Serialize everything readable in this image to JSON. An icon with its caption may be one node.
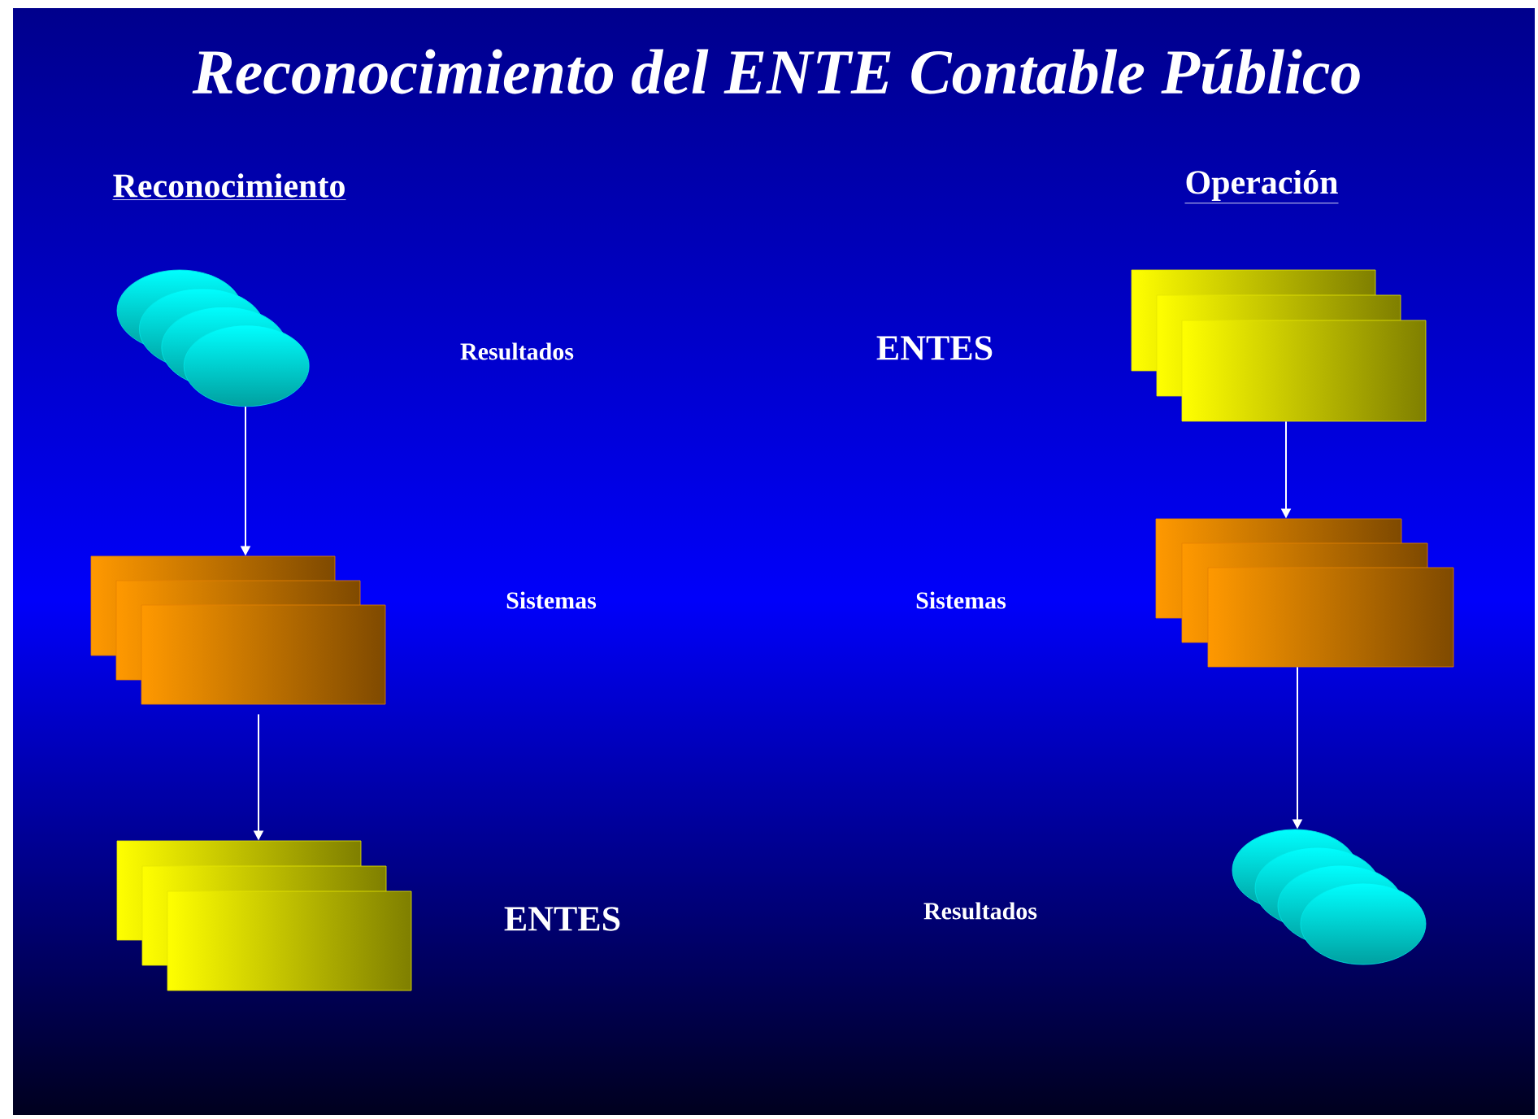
{
  "diagram": {
    "title": "Reconocimiento del ENTE Contable Público",
    "nodes": [
      {
        "text": [],
        "shape": "ellipse"
      },
      {
        "text": [],
        "shape": "box"
      },
      {
        "text": [],
        "shape": "box"
      },
      {
        "text": [],
        "shape": "box"
      },
      {
        "text": [],
        "shape": "box"
      },
      {
        "text": [],
        "shape": "ellipse"
      }
    ],
    "edges": [
      {
        "from": 0,
        "to": 1,
        "arrow": "to"
      },
      {
        "from": 1,
        "to": 2,
        "arrow": "to"
      },
      {
        "from": 3,
        "to": 4,
        "arrow": "to"
      },
      {
        "from": 4,
        "to": 5,
        "arrow": "to"
      }
    ],
    "labels": [
      "Reconocimiento",
      "Operación",
      "Resultados",
      "ENTES",
      "Sistemas",
      "Sistemas",
      "ENTES",
      "Resultados"
    ]
  }
}
